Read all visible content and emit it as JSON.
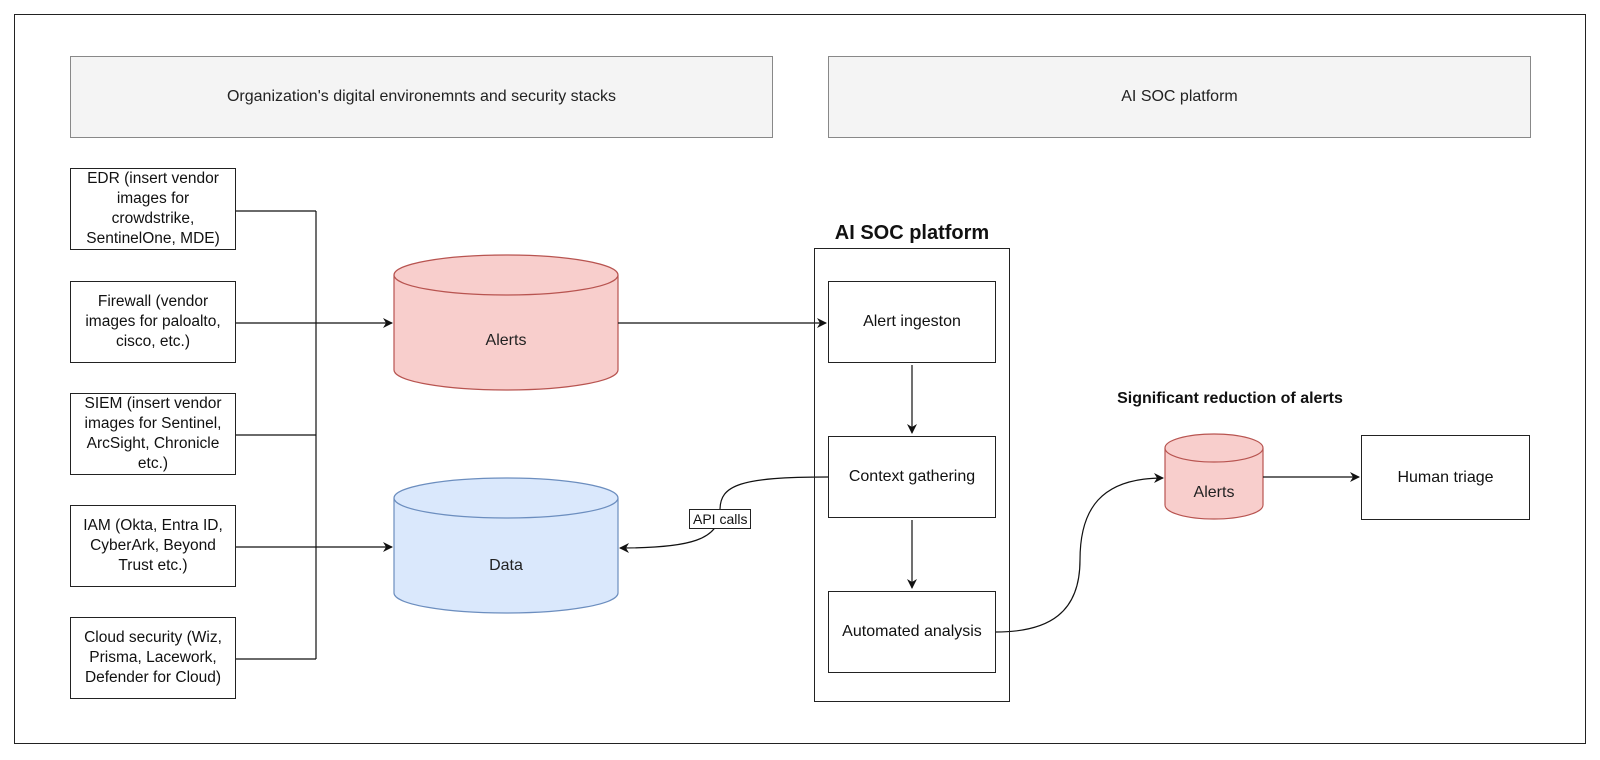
{
  "headers": {
    "left": "Organization's digital environemnts and security stacks",
    "right": "AI SOC platform"
  },
  "sources": [
    {
      "label": "EDR (insert vendor images for crowdstrike, SentinelOne, MDE)"
    },
    {
      "label": "Firewall (vendor images for paloalto, cisco, etc.)"
    },
    {
      "label": "SIEM (insert vendor images for Sentinel, ArcSight, Chronicle etc.)"
    },
    {
      "label": "IAM (Okta, Entra ID, CyberArk, Beyond Trust etc.)"
    },
    {
      "label": "Cloud security (Wiz, Prisma, Lacework, Defender for Cloud)"
    }
  ],
  "stores": {
    "alerts": {
      "label": "Alerts",
      "fill": "#f8cecc",
      "stroke": "#b85450"
    },
    "data": {
      "label": "Data",
      "fill": "#dae8fc",
      "stroke": "#6c8ebf"
    }
  },
  "platform": {
    "title": "AI SOC platform",
    "steps": [
      {
        "label": "Alert ingeston"
      },
      {
        "label": "Context gathering"
      },
      {
        "label": "Automated analysis"
      }
    ]
  },
  "api_calls_label": "API calls",
  "reduction": {
    "title": "Significant reduction of alerts",
    "alerts_label": "Alerts",
    "triage_label": "Human triage"
  }
}
